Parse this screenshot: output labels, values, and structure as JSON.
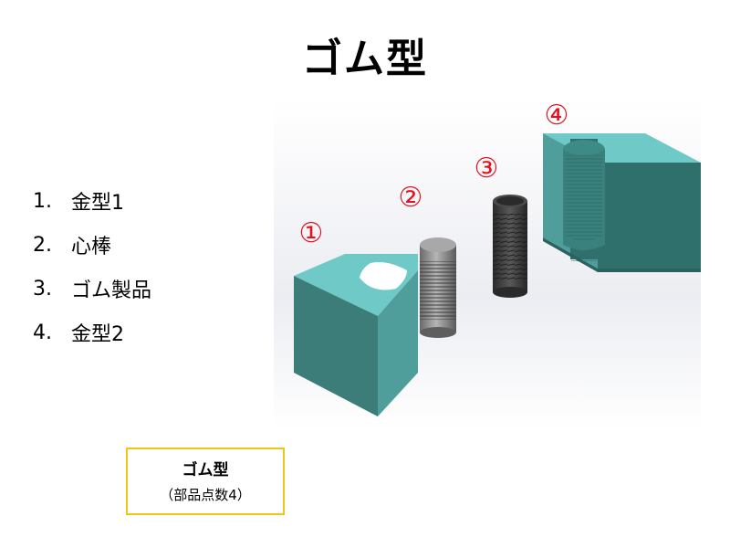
{
  "slide": {
    "title": "ゴム型"
  },
  "parts_list": [
    {
      "number": "1.",
      "label": "金型1"
    },
    {
      "number": "2.",
      "label": "心棒"
    },
    {
      "number": "3.",
      "label": "ゴム製品"
    },
    {
      "number": "4.",
      "label": "金型2"
    }
  ],
  "figure": {
    "callouts": [
      "①",
      "②",
      "③",
      "④"
    ],
    "colors": {
      "mold_top": "#6fc9c6",
      "mold_front": "#4f9e9b",
      "mold_side": "#2f6f6c",
      "core": "#8f8f8f",
      "rubber_product": "#3b3b3b",
      "callout": "#e0141e"
    }
  },
  "caption": {
    "title": "ゴム型",
    "subtitle": "（部品点数4）",
    "border_color": "#f2c419"
  }
}
